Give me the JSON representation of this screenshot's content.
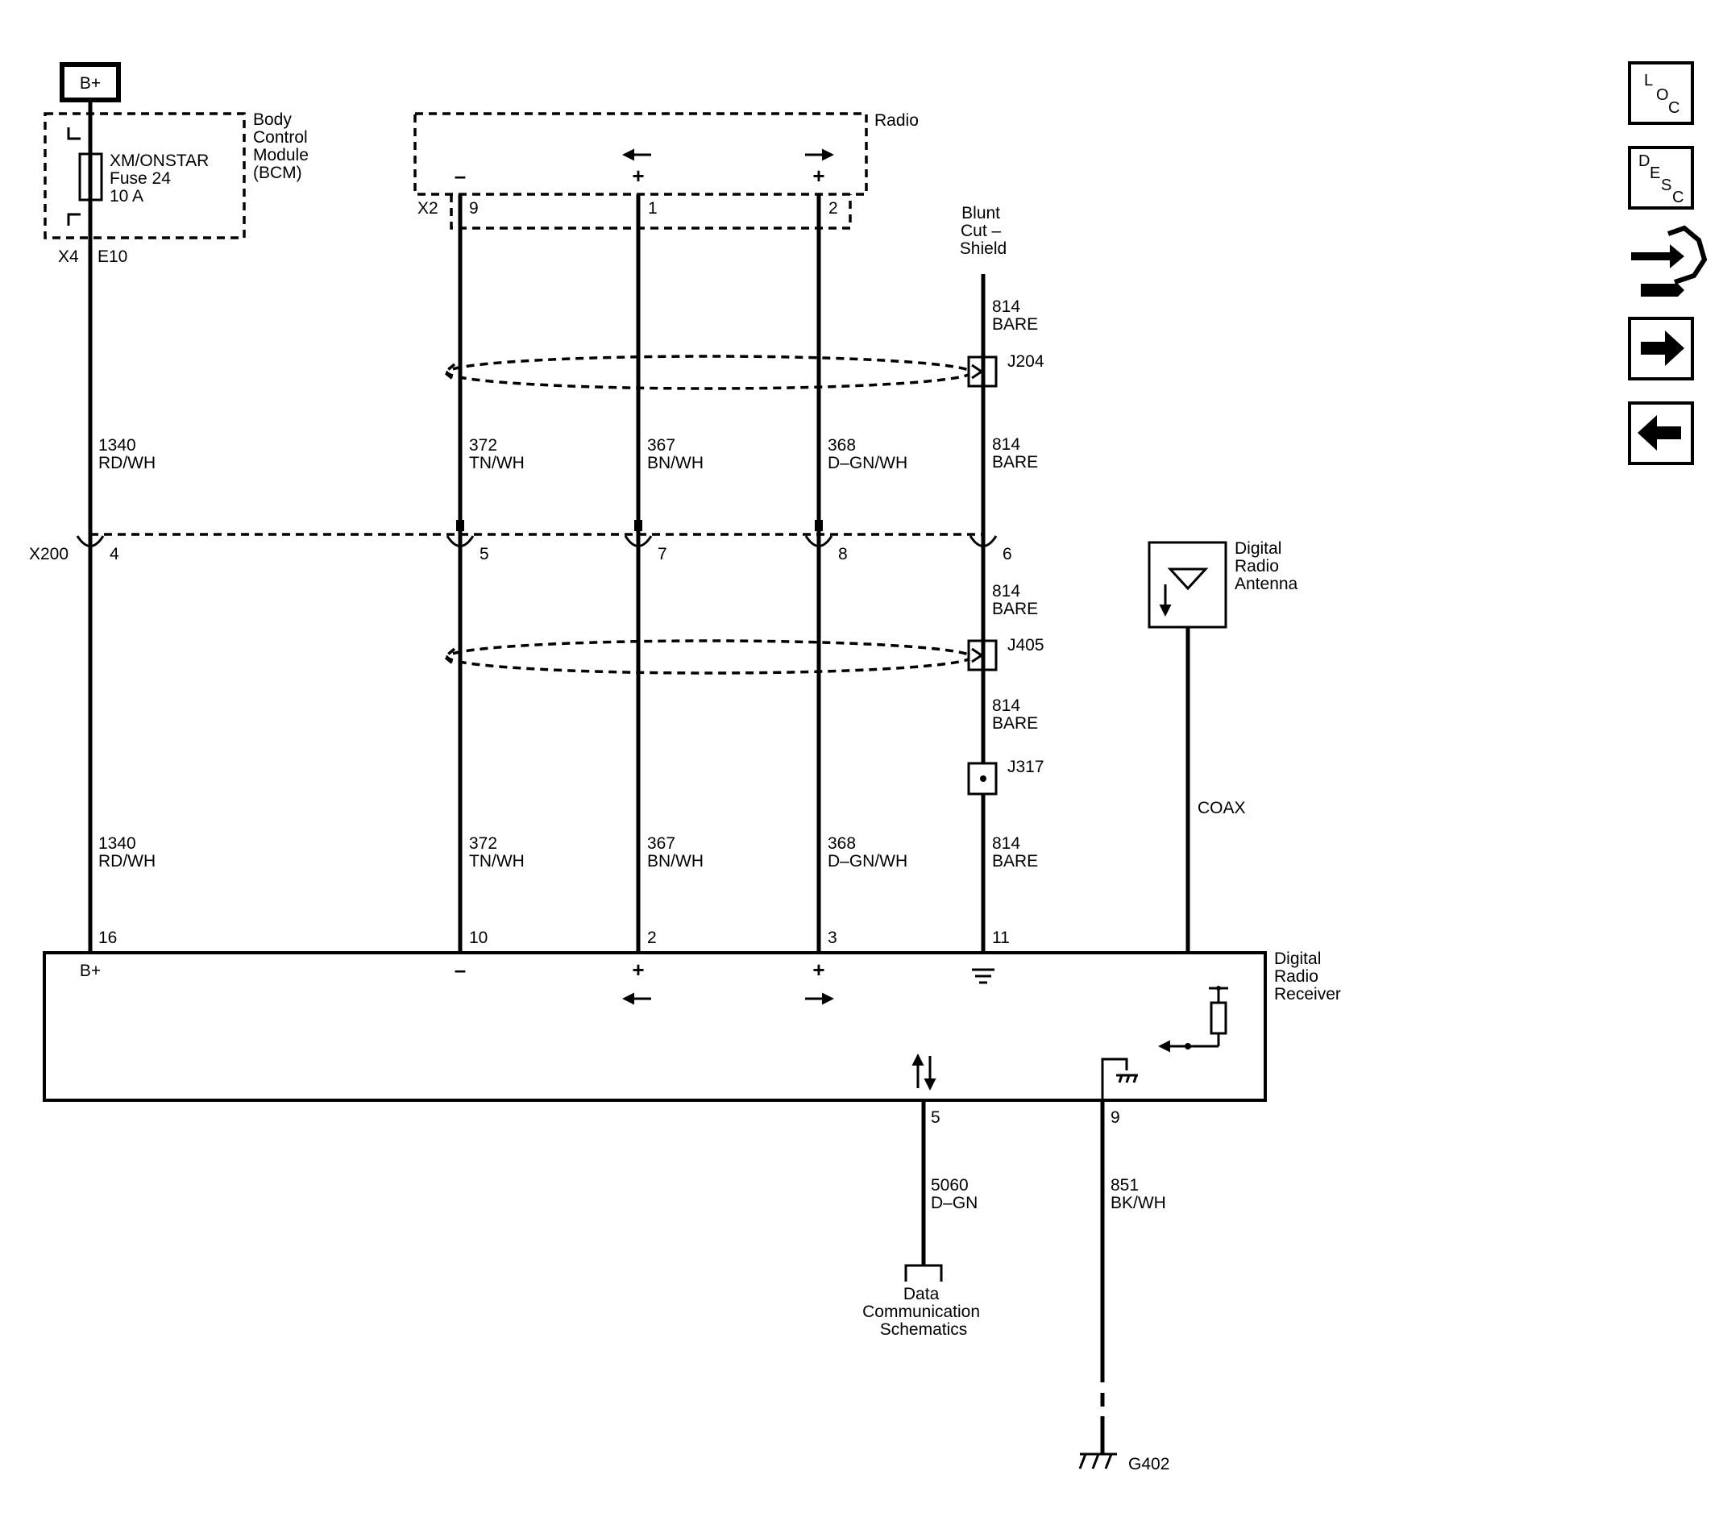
{
  "power": {
    "label": "B+"
  },
  "bcm": {
    "title": [
      "Body",
      "Control",
      "Module",
      "(BCM)"
    ],
    "fuse": [
      "XM/ONSTAR",
      "Fuse 24",
      "10 A"
    ],
    "connector": "X4",
    "pin": "E10"
  },
  "radio": {
    "title": "Radio",
    "connector": "X2",
    "signs": [
      "–",
      "+",
      "+"
    ],
    "pins": [
      "9",
      "1",
      "2"
    ]
  },
  "shield": {
    "title": [
      "Blunt",
      "Cut –",
      "Shield"
    ]
  },
  "splices": [
    "J204",
    "J405",
    "J317"
  ],
  "inline_connector": {
    "name": "X200",
    "pins": [
      "4",
      "5",
      "7",
      "8",
      "6"
    ]
  },
  "wires": {
    "power": {
      "circuit": "1340",
      "color": "RD/WH"
    },
    "minus": {
      "circuit": "372",
      "color": "TN/WH"
    },
    "plus_left": {
      "circuit": "367",
      "color": "BN/WH"
    },
    "plus_right": {
      "circuit": "368",
      "color": "D–GN/WH"
    },
    "drain": {
      "circuit": "814",
      "color": "BARE"
    },
    "data": {
      "circuit": "5060",
      "color": "D–GN"
    },
    "ground": {
      "circuit": "851",
      "color": "BK/WH"
    },
    "coax": {
      "label": "COAX"
    }
  },
  "antenna": {
    "title": [
      "Digital",
      "Radio",
      "Antenna"
    ]
  },
  "receiver": {
    "title": [
      "Digital",
      "Radio",
      "Receiver"
    ],
    "top_pins": [
      "16",
      "10",
      "2",
      "3",
      "11"
    ],
    "bottom_pins": [
      "5",
      "9"
    ],
    "bplus": "B+",
    "signs": [
      "–",
      "+",
      "+"
    ]
  },
  "data_link": {
    "label": [
      "Data",
      "Communication",
      "Schematics"
    ]
  },
  "ground": {
    "label": "G402"
  },
  "nav": {
    "loc": [
      "L",
      "O",
      "C"
    ],
    "desc": [
      "D",
      "E",
      "S",
      "C"
    ]
  },
  "colors": {
    "ink": "#000000",
    "paper": "#ffffff"
  }
}
